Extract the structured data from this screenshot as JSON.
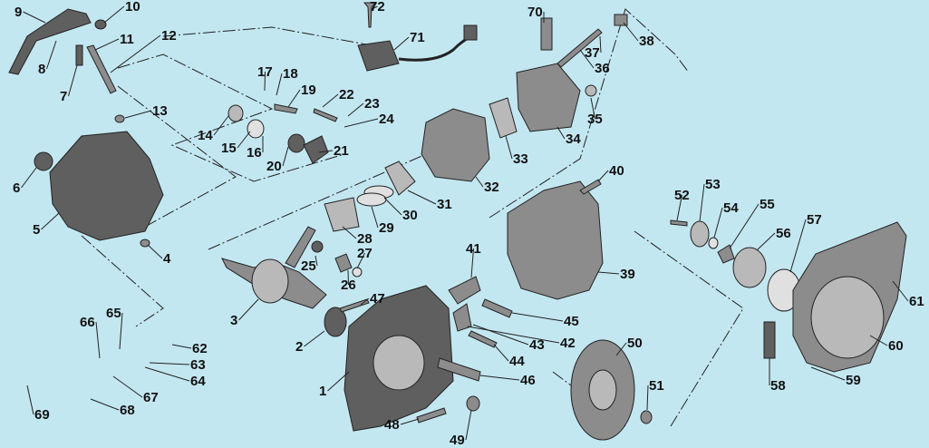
{
  "diagram": {
    "title": "Engine exploded parts view",
    "part_numbers": [
      "1",
      "2",
      "3",
      "4",
      "5",
      "6",
      "7",
      "8",
      "9",
      "10",
      "11",
      "12",
      "13",
      "14",
      "15",
      "16",
      "17",
      "18",
      "19",
      "20",
      "21",
      "22",
      "23",
      "24",
      "25",
      "26",
      "27",
      "28",
      "29",
      "30",
      "31",
      "32",
      "33",
      "34",
      "35",
      "36",
      "37",
      "38",
      "39",
      "40",
      "41",
      "42",
      "43",
      "44",
      "45",
      "46",
      "47",
      "48",
      "49",
      "50",
      "51",
      "52",
      "53",
      "54",
      "55",
      "56",
      "57",
      "58",
      "59",
      "60",
      "61",
      "62",
      "63",
      "64",
      "65",
      "66",
      "67",
      "68",
      "69",
      "70",
      "71",
      "72"
    ],
    "colors": {
      "background": "#c3e7f1",
      "part_dark": "#5f5f5f",
      "part_mid": "#8c8c8c",
      "part_light": "#b9b9b9",
      "label": "#111111"
    }
  }
}
